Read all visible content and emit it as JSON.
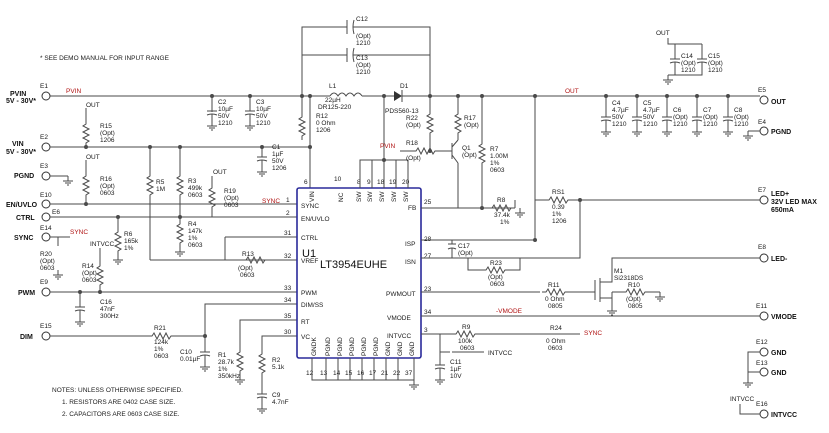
{
  "notes": {
    "demo": "* SEE DEMO MANUAL FOR INPUT RANGE",
    "title": "NOTES: UNLESS OTHERWISE SPECIFIED.",
    "n1": "1. RESISTORS ARE 0402 CASE SIZE.",
    "n2": "2. CAPACITORS ARE 0603 CASE SIZE."
  },
  "ic": {
    "ref": "U1",
    "part": "LT3954EUHE",
    "pins_left": [
      {
        "num": "1",
        "name": "SYNC"
      },
      {
        "num": "2",
        "name": "EN/UVLO"
      },
      {
        "num": "31",
        "name": "CTRL"
      },
      {
        "num": "32",
        "name": "VREF"
      },
      {
        "num": "33",
        "name": "PWM"
      },
      {
        "num": "34",
        "name": "DIM/SS"
      },
      {
        "num": "35",
        "name": "RT"
      },
      {
        "num": "30",
        "name": "VC"
      }
    ],
    "pins_right": [
      {
        "num": "25",
        "name": "FB"
      },
      {
        "num": "28",
        "name": "ISP"
      },
      {
        "num": "27",
        "name": "ISN"
      },
      {
        "num": "23",
        "name": "PWMOUT"
      },
      {
        "num": "34",
        "name": "VMODE"
      },
      {
        "num": "3",
        "name": "INTVCC"
      }
    ],
    "pins_top": [
      {
        "num": "6",
        "name": "VIN"
      },
      {
        "num": "10",
        "name": "NC"
      },
      {
        "num": "8",
        "name": "SW"
      },
      {
        "num": "9",
        "name": "SW"
      },
      {
        "num": "18",
        "name": "SW"
      },
      {
        "num": "19",
        "name": "SW"
      },
      {
        "num": "20",
        "name": "SW"
      }
    ],
    "pins_bottom": [
      {
        "num": "12",
        "name": "GNDK"
      },
      {
        "num": "13",
        "name": "PGND"
      },
      {
        "num": "14",
        "name": "PGND"
      },
      {
        "num": "15",
        "name": "PGND"
      },
      {
        "num": "16",
        "name": "PGND"
      },
      {
        "num": "17",
        "name": "PGND"
      },
      {
        "num": "21",
        "name": "GND"
      },
      {
        "num": "22",
        "name": "GND"
      },
      {
        "num": "37",
        "name": "GND"
      }
    ]
  },
  "terminals": [
    {
      "ref": "E1",
      "label": "PVIN",
      "sub": "5V - 30V*"
    },
    {
      "ref": "E2",
      "label": "VIN",
      "sub": "5V - 30V*"
    },
    {
      "ref": "E3",
      "label": "PGND",
      "sub": ""
    },
    {
      "ref": "E10",
      "label": "EN/UVLO",
      "sub": ""
    },
    {
      "ref": "E6",
      "label": "CTRL",
      "sub": ""
    },
    {
      "ref": "E14",
      "label": "SYNC",
      "sub": ""
    },
    {
      "ref": "E9",
      "label": "PWM",
      "sub": ""
    },
    {
      "ref": "E15",
      "label": "DIM",
      "sub": ""
    },
    {
      "ref": "E5",
      "label": "OUT",
      "sub": ""
    },
    {
      "ref": "E4",
      "label": "PGND",
      "sub": ""
    },
    {
      "ref": "E7",
      "label": "LED+",
      "sub": "32V LED MAX",
      "sub2": "650mA"
    },
    {
      "ref": "E8",
      "label": "LED-",
      "sub": ""
    },
    {
      "ref": "E11",
      "label": "VMODE",
      "sub": ""
    },
    {
      "ref": "E12",
      "label": "GND",
      "sub": ""
    },
    {
      "ref": "E13",
      "label": "GND",
      "sub": ""
    },
    {
      "ref": "E16",
      "label": "INTVCC",
      "sub": ""
    }
  ],
  "nets": {
    "pvin": "PVIN",
    "out": "OUT",
    "sync": "SYNC",
    "vmode": "-VMODE",
    "intvcc": "INTVCC"
  },
  "parts": {
    "C12": [
      "C12",
      "(Opt)",
      "1210"
    ],
    "C13": [
      "C13",
      "(Opt)",
      "1210"
    ],
    "C14": [
      "C14",
      "(Opt)",
      "1210"
    ],
    "C15": [
      "C15",
      "(Opt)",
      "1210"
    ],
    "L1": [
      "L1",
      "22µH",
      "DR125-220"
    ],
    "D1": [
      "D1",
      "PDS560-13"
    ],
    "C2": [
      "C2",
      "10µF",
      "50V",
      "1210"
    ],
    "C3": [
      "C3",
      "10µF",
      "50V",
      "1210"
    ],
    "C4": [
      "C4",
      "4.7µF",
      "50V",
      "1210"
    ],
    "C5": [
      "C5",
      "4.7µF",
      "50V",
      "1210"
    ],
    "C6": [
      "C6",
      "(Opt)",
      "1210"
    ],
    "C7": [
      "C7",
      "(Opt)",
      "1210"
    ],
    "C8": [
      "C8",
      "(Opt)",
      "1210"
    ],
    "R15": [
      "R15",
      "(Opt)",
      "1206"
    ],
    "R12": [
      "R12",
      "0 Ohm",
      "1206"
    ],
    "C1": [
      "C1",
      "1µF",
      "50V",
      "1206"
    ],
    "R22": [
      "R22",
      "(Opt)"
    ],
    "R17": [
      "R17",
      "(Opt)"
    ],
    "R18": [
      "R18",
      "(Opt)"
    ],
    "Q1": [
      "Q1",
      "(Opt)"
    ],
    "R7": [
      "R7",
      "1.00M",
      "1%",
      "0603"
    ],
    "R16": [
      "R16",
      "(Opt)",
      "0603"
    ],
    "R5": [
      "R5",
      "1M"
    ],
    "R3": [
      "R3",
      "499k",
      "0603"
    ],
    "R19": [
      "R19",
      "(Opt)",
      "0603"
    ],
    "R8": [
      "R8",
      "37.4k",
      "1%"
    ],
    "RS1": [
      "RS1",
      "0.39",
      "1%",
      "1206"
    ],
    "R4": [
      "R4",
      "147k",
      "1%",
      "0603"
    ],
    "R6": [
      "R6",
      "165k",
      "1%"
    ],
    "R13": [
      "R13",
      "(Opt)",
      "0603"
    ],
    "C17": [
      "C17",
      "(Opt)"
    ],
    "R23": [
      "R23",
      "(Opt)",
      "0603"
    ],
    "M1": [
      "M1",
      "Si2318DS"
    ],
    "R20": [
      "R20",
      "(Opt)",
      "0603"
    ],
    "R14": [
      "R14",
      "(Opt)",
      "0603"
    ],
    "R11": [
      "R11",
      "0 Ohm",
      "0805"
    ],
    "R10": [
      "R10",
      "(Opt)",
      "0805"
    ],
    "C16": [
      "C16",
      "47nF",
      "300Hz"
    ],
    "R21": [
      "R21",
      "124k",
      "1%",
      "0603"
    ],
    "C10": [
      "C10",
      "0.01µF"
    ],
    "R1": [
      "R1",
      "28.7k",
      "1%",
      "350kHz"
    ],
    "R2": [
      "R2",
      "5.1k"
    ],
    "R9": [
      "R9",
      "100k",
      "0603"
    ],
    "R24": [
      "R24",
      "0 Ohm",
      "0603"
    ],
    "C11": [
      "C11",
      "1µF",
      "10V"
    ],
    "C9": [
      "C9",
      "4.7nF"
    ]
  },
  "misc": {
    "out1": "OUT",
    "out2": "OUT",
    "out3": "OUT",
    "out4": "OUT"
  }
}
